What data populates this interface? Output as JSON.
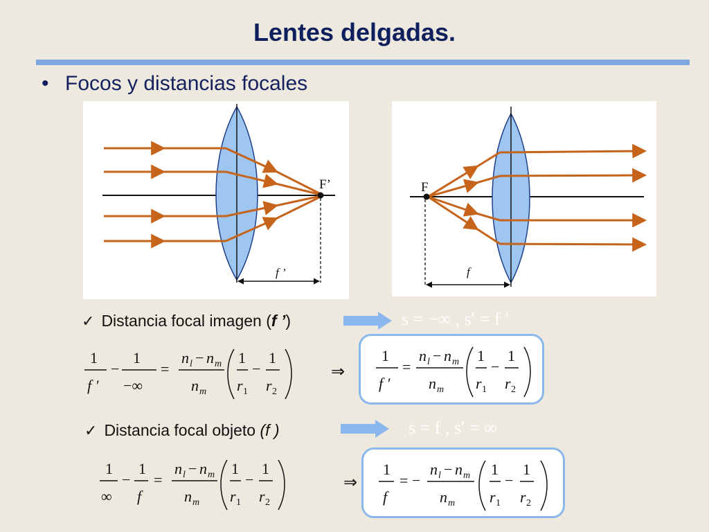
{
  "title": "Lentes delgadas.",
  "bullet": "Focos y distancias focales",
  "diagram_left": {
    "focus_label": "F’",
    "distance_label": "f ’"
  },
  "diagram_right": {
    "focus_label": "F",
    "distance_label": "f"
  },
  "section1": {
    "label_main": "Distancia focal imagen (",
    "label_f": "f ’",
    "label_close": ")",
    "condition": "s = −∞ , s′ = f ′"
  },
  "section2": {
    "label_main": "Distancia focal objeto ",
    "label_f": "(f )",
    "condition": "s = f , s′ = ∞"
  },
  "colors": {
    "ray": "#c5641a",
    "lens": "#9ec6f0",
    "title": "#0e1f5e",
    "rule": "#7fa9de",
    "arrow": "#8ab8ec"
  }
}
